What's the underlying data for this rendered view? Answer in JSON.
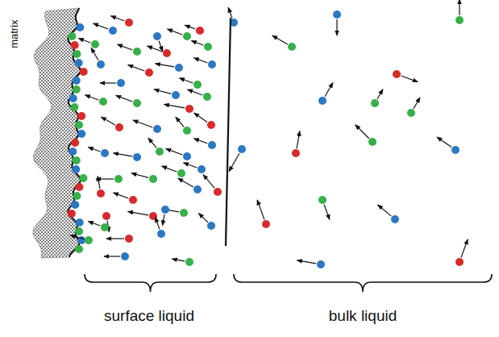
{
  "diagram": {
    "labels": [
      "matrix",
      "surface liquid",
      "bulk liquid"
    ]
  }
}
